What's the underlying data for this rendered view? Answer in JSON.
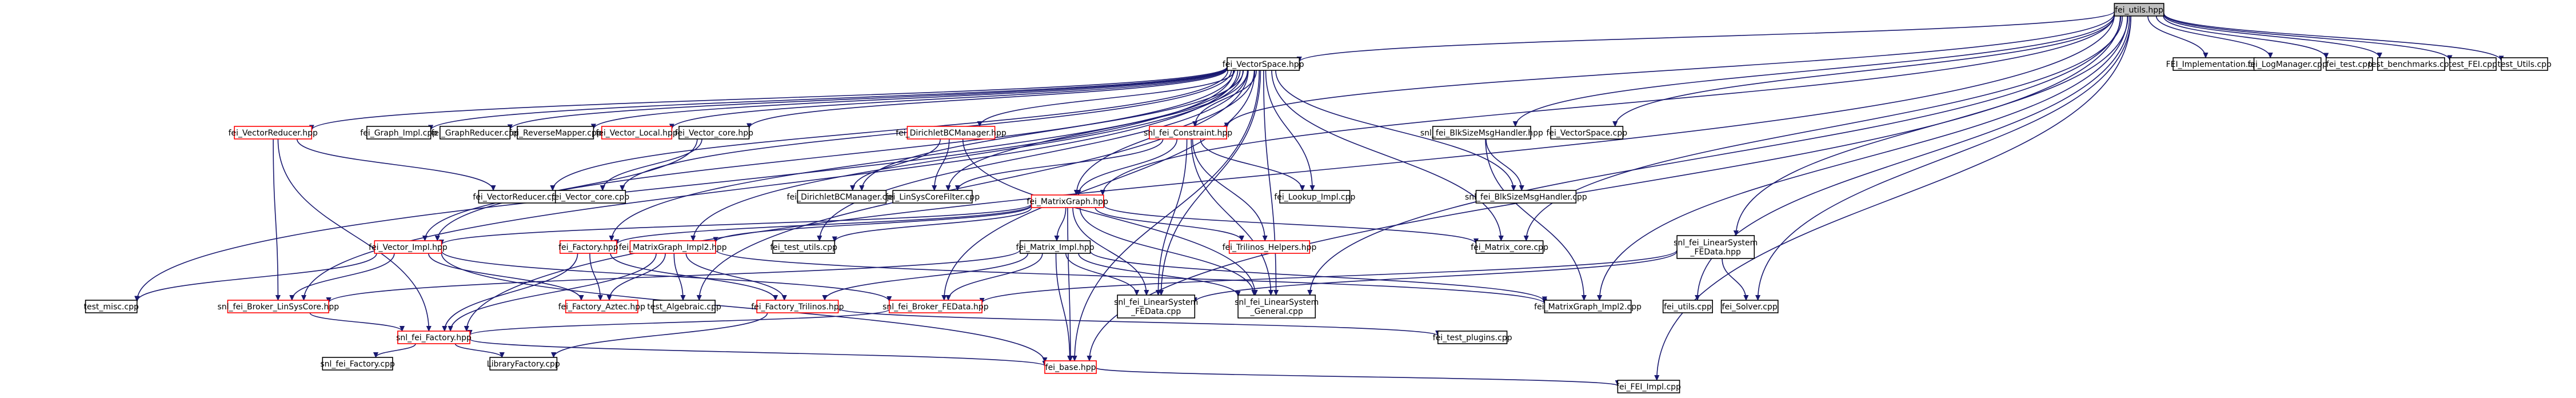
{
  "colors": {
    "edge": "#191970",
    "root_fill": "#bfbfbf",
    "node_stroke": "#000000",
    "missing_stroke": "#ff0000",
    "node_fill": "#ffffff"
  },
  "nodes": [
    {
      "id": "fei_utils_hpp",
      "label": "fei_utils.hpp",
      "kind": "root"
    },
    {
      "id": "fei_vectorspace_hpp",
      "label": "fei_VectorSpace.hpp",
      "kind": "normal"
    },
    {
      "id": "fei_implementation_cpp",
      "label": "FEI_Implementation.cpp",
      "kind": "normal"
    },
    {
      "id": "fei_logmanager_cpp",
      "label": "fei_LogManager.cpp",
      "kind": "normal"
    },
    {
      "id": "fei_test_cpp",
      "label": "fei_test.cpp",
      "kind": "normal"
    },
    {
      "id": "test_benchmarks_cpp",
      "label": "test_benchmarks.cpp",
      "kind": "normal"
    },
    {
      "id": "test_fei_cpp",
      "label": "test_FEI.cpp",
      "kind": "normal"
    },
    {
      "id": "test_utils_cpp",
      "label": "test_Utils.cpp",
      "kind": "normal"
    },
    {
      "id": "fei_vectorreducer_hpp",
      "label": "fei_VectorReducer.hpp",
      "kind": "missing"
    },
    {
      "id": "fei_graph_impl_cpp",
      "label": "fei_Graph_Impl.cpp",
      "kind": "normal"
    },
    {
      "id": "fei_graphreducer_cpp",
      "label": "fei_GraphReducer.cpp",
      "kind": "normal"
    },
    {
      "id": "fei_reversemapper_cpp",
      "label": "fei_ReverseMapper.cpp",
      "kind": "normal"
    },
    {
      "id": "fei_vector_local_hpp",
      "label": "fei_Vector_Local.hpp",
      "kind": "missing"
    },
    {
      "id": "fei_vector_core_hpp",
      "label": "fei_Vector_core.hpp",
      "kind": "normal"
    },
    {
      "id": "fei_dirichletbcmanager_hpp",
      "label": "fei_DirichletBCManager.hpp",
      "kind": "missing"
    },
    {
      "id": "snl_fei_constraint_hpp",
      "label": "snl_fei_Constraint.hpp",
      "kind": "missing"
    },
    {
      "id": "snl_fei_blkslzmaghandler_hpp",
      "label": "snl_fei_BlkSizeMsgHandler.hpp",
      "kind": "normal"
    },
    {
      "id": "fei_vectorspace_cpp",
      "label": "fei_VectorSpace.cpp",
      "kind": "normal"
    },
    {
      "id": "fei_vectorreducer_cpp",
      "label": "fei_VectorReducer.cpp",
      "kind": "normal"
    },
    {
      "id": "fei_vector_core_cpp",
      "label": "fei_Vector_core.cpp",
      "kind": "normal"
    },
    {
      "id": "fei_dirichletbcmanager_cpp",
      "label": "fei_DirichletBCManager.cpp",
      "kind": "normal"
    },
    {
      "id": "fei_linsyscorefilter_cpp",
      "label": "fei_LinSysCoreFilter.cpp",
      "kind": "normal"
    },
    {
      "id": "fei_lookup_impl_cpp",
      "label": "fei_Lookup_Impl.cpp",
      "kind": "normal"
    },
    {
      "id": "snl_fei_blkslzmaghandler_cpp",
      "label": "snl_fei_BlkSizeMsgHandler.cpp",
      "kind": "normal"
    },
    {
      "id": "fei_matrixgraph_hpp",
      "label": "fei_MatrixGraph.hpp",
      "kind": "missing"
    },
    {
      "id": "fei_vector_impl_hpp",
      "label": "fei_Vector_Impl.hpp",
      "kind": "missing"
    },
    {
      "id": "fei_factory_hpp",
      "label": "fei_Factory.hpp",
      "kind": "missing"
    },
    {
      "id": "fei_matrixgraph_impl2_hpp",
      "label": "fei_MatrixGraph_Impl2.hpp",
      "kind": "missing"
    },
    {
      "id": "test_utils_cpp2",
      "label": "fei_test_utils.cpp",
      "kind": "normal"
    },
    {
      "id": "fei_trilinos_helpers_hpp",
      "label": "fei_Trilinos_Helpers.hpp",
      "kind": "missing"
    },
    {
      "id": "fei_matrix_core_cpp",
      "label": "fei_Matrix_core.cpp",
      "kind": "normal"
    },
    {
      "id": "snl_fei_linearsystem_fedata_hpp",
      "label": "snl_fei_LinearSystem\n_FEData.hpp",
      "kind": "normal"
    },
    {
      "id": "fei_matrix_impl_hpp",
      "label": "fei_Matrix_Impl.hpp",
      "kind": "normal"
    },
    {
      "id": "test_misc_cpp",
      "label": "test_misc.cpp",
      "kind": "normal"
    },
    {
      "id": "snl_fei_broker_linsyscore_hpp",
      "label": "snl_fei_Broker_LinSysCore.hpp",
      "kind": "missing"
    },
    {
      "id": "fei_factory_aztec_hpp",
      "label": "fei_Factory_Aztec.hpp",
      "kind": "missing"
    },
    {
      "id": "test_algebraic_cpp",
      "label": "test_Algebraic.cpp",
      "kind": "normal"
    },
    {
      "id": "fei_factory_trilinos_hpp",
      "label": "fei_Factory_Trilinos.hpp",
      "kind": "missing"
    },
    {
      "id": "snl_fei_broker_fedata_hpp",
      "label": "snl_fei_Broker_FEData.hpp",
      "kind": "missing"
    },
    {
      "id": "snl_fei_linearsystem_fedata_cpp",
      "label": "snl_fei_LinearSystem\n_FEData.cpp",
      "kind": "normal"
    },
    {
      "id": "snl_fei_linearsystem_general_cpp",
      "label": "snl_fei_LinearSystem\n_General.cpp",
      "kind": "normal"
    },
    {
      "id": "fei_matrixgraph_impl2_cpp",
      "label": "fei_MatrixGraph_Impl2.cpp",
      "kind": "normal"
    },
    {
      "id": "fei_utils_cpp",
      "label": "fei_utils.cpp",
      "kind": "normal"
    },
    {
      "id": "fei_solver_cpp",
      "label": "fei_Solver.cpp",
      "kind": "normal"
    },
    {
      "id": "snl_fei_factory_hpp",
      "label": "snl_fei_Factory.hpp",
      "kind": "missing"
    },
    {
      "id": "fei_test_plugins_cpp",
      "label": "fei_test_plugins.cpp",
      "kind": "normal"
    },
    {
      "id": "snl_fei_factory_cpp",
      "label": "snl_fei_Factory.cpp",
      "kind": "normal"
    },
    {
      "id": "libraryfactory_cpp",
      "label": "LibraryFactory.cpp",
      "kind": "normal"
    },
    {
      "id": "fei_base_hpp",
      "label": "fei_base.hpp",
      "kind": "missing"
    },
    {
      "id": "fei_fei_impl_cpp",
      "label": "fei_FEI_Impl.cpp",
      "kind": "normal"
    }
  ],
  "edges": [
    [
      "fei_utils_hpp",
      "fei_vectorspace_hpp"
    ],
    [
      "fei_utils_hpp",
      "fei_implementation_cpp"
    ],
    [
      "fei_utils_hpp",
      "fei_logmanager_cpp"
    ],
    [
      "fei_utils_hpp",
      "fei_test_cpp"
    ],
    [
      "fei_utils_hpp",
      "test_benchmarks_cpp"
    ],
    [
      "fei_utils_hpp",
      "test_fei_cpp"
    ],
    [
      "fei_utils_hpp",
      "test_utils_cpp"
    ],
    [
      "fei_utils_hpp",
      "fei_vectorspace_cpp"
    ],
    [
      "fei_utils_hpp",
      "snl_fei_blkslzmaghandler_hpp"
    ],
    [
      "fei_utils_hpp",
      "snl_fei_constraint_hpp"
    ],
    [
      "fei_utils_hpp",
      "snl_fei_linearsystem_fedata_hpp"
    ],
    [
      "fei_utils_hpp",
      "fei_matrix_core_cpp"
    ],
    [
      "fei_utils_hpp",
      "fei_matrixgraph_impl2_cpp"
    ],
    [
      "fei_utils_hpp",
      "fei_utils_cpp"
    ],
    [
      "fei_utils_hpp",
      "fei_solver_cpp"
    ],
    [
      "fei_utils_hpp",
      "snl_fei_linearsystem_general_cpp"
    ],
    [
      "fei_utils_hpp",
      "fei_base_hpp"
    ],
    [
      "fei_utils_hpp",
      "fei_fei_impl_cpp"
    ],
    [
      "fei_utils_hpp",
      "snl_fei_factory_hpp"
    ],
    [
      "fei_utils_hpp",
      "fei_matrixgraph_hpp"
    ],
    [
      "fei_vectorspace_hpp",
      "fei_vectorreducer_hpp"
    ],
    [
      "fei_vectorspace_hpp",
      "fei_graph_impl_cpp"
    ],
    [
      "fei_vectorspace_hpp",
      "fei_graphreducer_cpp"
    ],
    [
      "fei_vectorspace_hpp",
      "fei_reversemapper_cpp"
    ],
    [
      "fei_vectorspace_hpp",
      "fei_vector_local_hpp"
    ],
    [
      "fei_vectorspace_hpp",
      "fei_vector_core_hpp"
    ],
    [
      "fei_vectorspace_hpp",
      "fei_dirichletbcmanager_hpp"
    ],
    [
      "fei_vectorspace_hpp",
      "snl_fei_constraint_hpp"
    ],
    [
      "fei_vectorspace_hpp",
      "fei_vectorreducer_cpp"
    ],
    [
      "fei_vectorspace_hpp",
      "fei_vector_core_cpp"
    ],
    [
      "fei_vectorspace_hpp",
      "fei_dirichletbcmanager_cpp"
    ],
    [
      "fei_vectorspace_hpp",
      "fei_linsyscorefilter_cpp"
    ],
    [
      "fei_vectorspace_hpp",
      "fei_lookup_impl_cpp"
    ],
    [
      "fei_vectorspace_hpp",
      "snl_fei_blkslzmaghandler_cpp"
    ],
    [
      "fei_vectorspace_hpp",
      "fei_matrixgraph_hpp"
    ],
    [
      "fei_vectorspace_hpp",
      "test_utils_cpp2"
    ],
    [
      "fei_vectorspace_hpp",
      "test_misc_cpp"
    ],
    [
      "fei_vectorspace_hpp",
      "test_algebraic_cpp"
    ],
    [
      "fei_vectorspace_hpp",
      "fei_matrix_core_cpp"
    ],
    [
      "fei_vectorspace_hpp",
      "snl_fei_linearsystem_fedata_cpp"
    ],
    [
      "fei_vectorspace_hpp",
      "snl_fei_linearsystem_general_cpp"
    ],
    [
      "fei_vectorspace_hpp",
      "fei_base_hpp"
    ],
    [
      "fei_vectorspace_hpp",
      "fei_factory_hpp"
    ],
    [
      "fei_vectorspace_hpp",
      "fei_vector_impl_hpp"
    ],
    [
      "fei_vectorspace_hpp",
      "fei_matrixgraph_impl2_hpp"
    ],
    [
      "fei_vectorspace_hpp",
      "snl_fei_broker_linsyscore_hpp"
    ],
    [
      "fei_vectorspace_hpp",
      "snl_fei_broker_fedata_hpp"
    ],
    [
      "fei_vectorreducer_hpp",
      "fei_vectorreducer_cpp"
    ],
    [
      "fei_vectorreducer_hpp",
      "snl_fei_broker_linsyscore_hpp"
    ],
    [
      "fei_vectorreducer_hpp",
      "snl_fei_factory_hpp"
    ],
    [
      "fei_vector_core_hpp",
      "fei_vector_core_cpp"
    ],
    [
      "fei_vector_core_hpp",
      "fei_vector_impl_hpp"
    ],
    [
      "fei_dirichletbcmanager_hpp",
      "fei_dirichletbcmanager_cpp"
    ],
    [
      "fei_dirichletbcmanager_hpp",
      "fei_linsyscorefilter_cpp"
    ],
    [
      "fei_dirichletbcmanager_hpp",
      "snl_fei_linearsystem_general_cpp"
    ],
    [
      "snl_fei_constraint_hpp",
      "fei_linsyscorefilter_cpp"
    ],
    [
      "snl_fei_constraint_hpp",
      "fei_lookup_impl_cpp"
    ],
    [
      "snl_fei_constraint_hpp",
      "fei_matrixgraph_hpp"
    ],
    [
      "snl_fei_constraint_hpp",
      "fei_trilinos_helpers_hpp"
    ],
    [
      "snl_fei_constraint_hpp",
      "snl_fei_linearsystem_fedata_cpp"
    ],
    [
      "snl_fei_constraint_hpp",
      "snl_fei_linearsystem_general_cpp"
    ],
    [
      "snl_fei_blkslzmaghandler_hpp",
      "snl_fei_blkslzmaghandler_cpp"
    ],
    [
      "snl_fei_blkslzmaghandler_hpp",
      "fei_matrixgraph_impl2_cpp"
    ],
    [
      "fei_matrixgraph_hpp",
      "fei_vector_impl_hpp"
    ],
    [
      "fei_matrixgraph_hpp",
      "fei_factory_hpp"
    ],
    [
      "fei_matrixgraph_hpp",
      "fei_matrixgraph_impl2_hpp"
    ],
    [
      "fei_matrixgraph_hpp",
      "test_utils_cpp2"
    ],
    [
      "fei_matrixgraph_hpp",
      "fei_trilinos_helpers_hpp"
    ],
    [
      "fei_matrixgraph_hpp",
      "fei_matrix_core_cpp"
    ],
    [
      "fei_matrixgraph_hpp",
      "fei_matrix_impl_hpp"
    ],
    [
      "fei_matrixgraph_hpp",
      "snl_fei_linearsystem_fedata_cpp"
    ],
    [
      "fei_matrixgraph_hpp",
      "snl_fei_linearsystem_general_cpp"
    ],
    [
      "fei_matrixgraph_hpp",
      "fei_base_hpp"
    ],
    [
      "fei_vector_impl_hpp",
      "test_misc_cpp"
    ],
    [
      "fei_vector_impl_hpp",
      "snl_fei_broker_linsyscore_hpp"
    ],
    [
      "fei_vector_impl_hpp",
      "fei_factory_aztec_hpp"
    ],
    [
      "fei_vector_impl_hpp",
      "snl_fei_broker_fedata_hpp"
    ],
    [
      "fei_vector_impl_hpp",
      "fei_base_hpp"
    ],
    [
      "fei_factory_hpp",
      "fei_factory_aztec_hpp"
    ],
    [
      "fei_factory_hpp",
      "fei_factory_trilinos_hpp"
    ],
    [
      "fei_factory_hpp",
      "snl_fei_factory_hpp"
    ],
    [
      "fei_matrixgraph_impl2_hpp",
      "test_algebraic_cpp"
    ],
    [
      "fei_matrixgraph_impl2_hpp",
      "fei_factory_trilinos_hpp"
    ],
    [
      "fei_matrixgraph_impl2_hpp",
      "fei_factory_aztec_hpp"
    ],
    [
      "fei_matrixgraph_impl2_hpp",
      "snl_fei_factory_hpp"
    ],
    [
      "fei_matrixgraph_impl2_hpp",
      "fei_matrixgraph_impl2_cpp"
    ],
    [
      "snl_fei_linearsystem_fedata_hpp",
      "snl_fei_broker_fedata_hpp"
    ],
    [
      "snl_fei_linearsystem_fedata_hpp",
      "snl_fei_linearsystem_fedata_cpp"
    ],
    [
      "snl_fei_linearsystem_fedata_hpp",
      "fei_solver_cpp"
    ],
    [
      "fei_matrix_impl_hpp",
      "snl_fei_broker_linsyscore_hpp"
    ],
    [
      "fei_matrix_impl_hpp",
      "fei_factory_trilinos_hpp"
    ],
    [
      "fei_matrix_impl_hpp",
      "snl_fei_broker_fedata_hpp"
    ],
    [
      "fei_matrix_impl_hpp",
      "snl_fei_linearsystem_fedata_cpp"
    ],
    [
      "fei_matrix_impl_hpp",
      "snl_fei_linearsystem_general_cpp"
    ],
    [
      "fei_matrix_impl_hpp",
      "fei_matrixgraph_impl2_cpp"
    ],
    [
      "fei_matrix_impl_hpp",
      "fei_base_hpp"
    ],
    [
      "snl_fei_broker_linsyscore_hpp",
      "snl_fei_factory_hpp"
    ],
    [
      "fei_factory_trilinos_hpp",
      "fei_test_plugins_cpp"
    ],
    [
      "fei_factory_trilinos_hpp",
      "libraryfactory_cpp"
    ],
    [
      "snl_fei_broker_fedata_hpp",
      "snl_fei_factory_hpp"
    ],
    [
      "snl_fei_factory_hpp",
      "snl_fei_factory_cpp"
    ],
    [
      "snl_fei_factory_hpp",
      "libraryfactory_cpp"
    ],
    [
      "snl_fei_factory_hpp",
      "fei_base_hpp"
    ],
    [
      "fei_base_hpp",
      "fei_fei_impl_cpp"
    ]
  ]
}
